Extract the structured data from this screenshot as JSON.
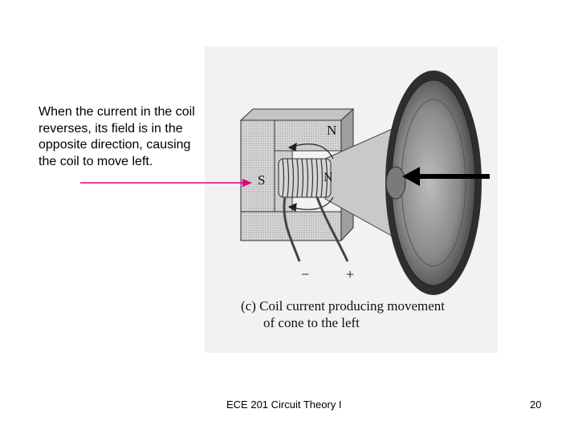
{
  "slide": {
    "body_text": "When the current in the coil reverses, its field is in the opposite direction, causing the coil to move left.",
    "figure": {
      "label_n_top": "N",
      "label_s": "S",
      "label_n_coil": "N",
      "terminal_minus": "−",
      "terminal_plus": "+",
      "caption_line1": "(c)  Coil current producing movement",
      "caption_line2": "of cone to the left"
    },
    "footer": "ECE 201 Circuit Theory I",
    "page_number": "20",
    "colors": {
      "pointer_arrow": "#e0007a",
      "text": "#000000"
    }
  }
}
